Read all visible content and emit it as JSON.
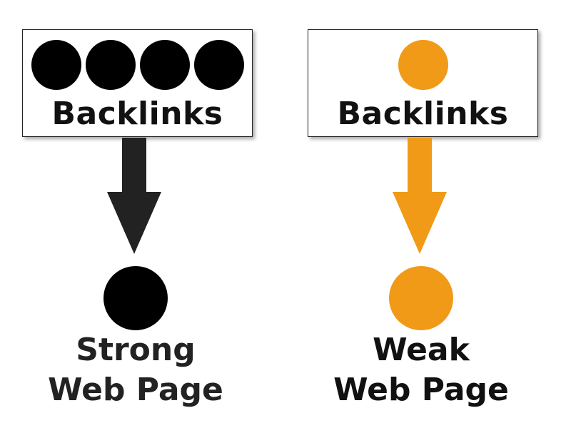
{
  "left": {
    "box_label": "Backlinks",
    "backlink_count": 4,
    "caption_line1": "Strong",
    "caption_line2": "Web Page",
    "color": "#000000",
    "arrow_color": "#222222",
    "caption_color": "#222222"
  },
  "right": {
    "box_label": "Backlinks",
    "backlink_count": 1,
    "caption_line1": "Weak",
    "caption_line2": "Web Page",
    "color": "#F09A17",
    "arrow_color": "#F09A17",
    "caption_color": "#111111"
  }
}
